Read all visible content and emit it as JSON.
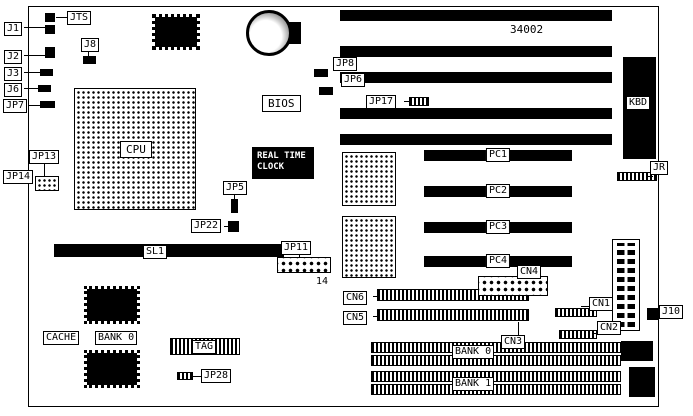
{
  "diagram": {
    "labels": {
      "jts": "JTS",
      "j1": "J1",
      "j2": "J2",
      "j3": "J3",
      "j6": "J6",
      "jp7": "JP7",
      "j8": "J8",
      "jp8": "JP8",
      "jp6": "JP6",
      "jp17": "JP17",
      "bios": "BIOS",
      "kbd": "KBD",
      "jr": "JR",
      "cpu": "CPU",
      "jp13": "JP13",
      "jp14": "JP14",
      "jp5": "JP5",
      "jp22": "JP22",
      "sl1": "SL1",
      "jp11": "JP11",
      "cache": "CACHE",
      "cache_bank": "BANK 0",
      "tag": "TAG",
      "jp28": "JP28",
      "cn1": "CN1",
      "cn2": "CN2",
      "cn3": "CN3",
      "cn4": "CN4",
      "cn5": "CN5",
      "cn6": "CN6",
      "j10": "J10",
      "bank0": "BANK 0",
      "bank1": "BANK 1"
    },
    "texts": {
      "part_number": "34002",
      "jp11_pin_count": "14",
      "rtc_line1": "REAL TIME",
      "rtc_line2": "CLOCK"
    },
    "expansion_slots": {
      "pc1": "PC1",
      "pc2": "PC2",
      "pc3": "PC3",
      "pc4": "PC4"
    }
  }
}
